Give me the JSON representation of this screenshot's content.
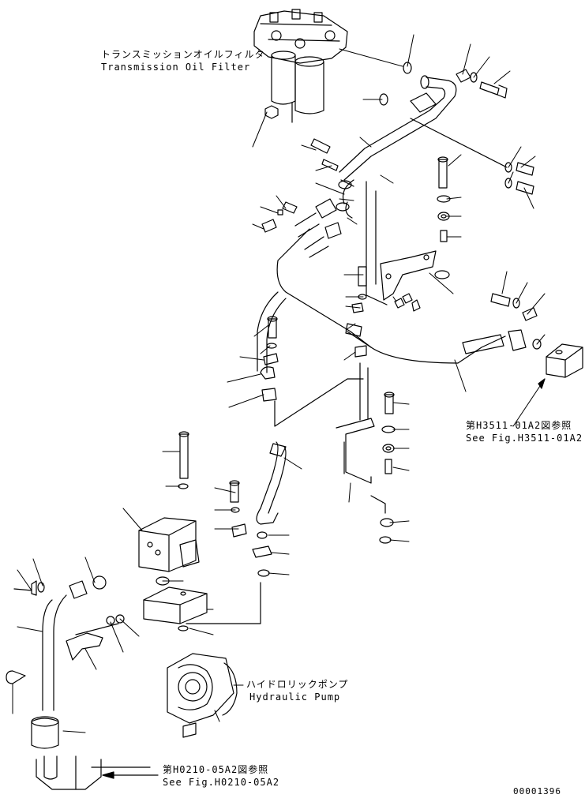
{
  "labels": {
    "transmission_filter_jp": "トランスミッションオイルフィルタ",
    "transmission_filter_en": "Transmission Oil Filter",
    "fig_h3511_jp": "第H3511-01A2図参照",
    "fig_h3511_en": "See Fig.H3511-01A2",
    "hydraulic_pump_jp": "ハイドロリックポンプ",
    "hydraulic_pump_en": "Hydraulic Pump",
    "fig_h0210_jp": "第H0210-05A2図参照",
    "fig_h0210_en": "See Fig.H0210-05A2",
    "drawing_number": "00001396"
  }
}
